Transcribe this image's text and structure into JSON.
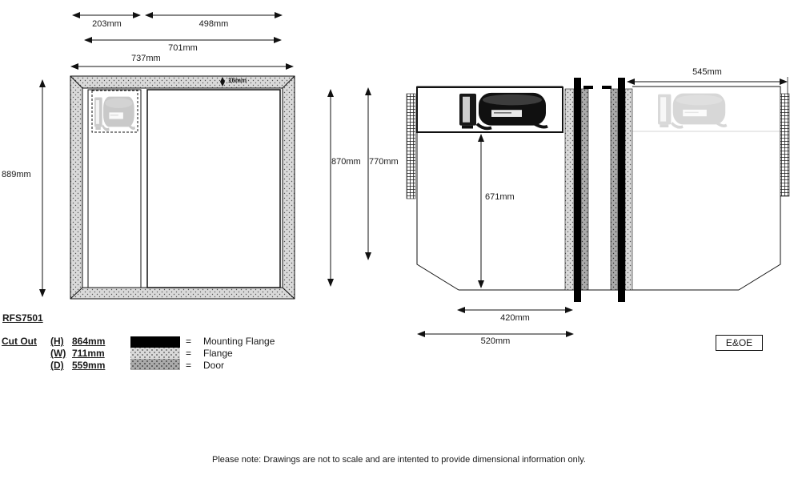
{
  "model": "RFS7501",
  "front_view": {
    "dim_203": "203mm",
    "dim_498": "498mm",
    "dim_701": "701mm",
    "dim_737": "737mm",
    "dim_889": "889mm",
    "dim_flange_thickness": "16mm"
  },
  "side_view": {
    "dim_870": "870mm",
    "dim_770": "770mm",
    "dim_671": "671mm",
    "dim_545": "545mm",
    "dim_420": "420mm",
    "dim_520": "520mm"
  },
  "cut_out": {
    "label": "Cut Out",
    "rows": [
      {
        "key": "(H)",
        "value": "864mm"
      },
      {
        "key": "(W)",
        "value": "711mm"
      },
      {
        "key": "(D)",
        "value": "559mm"
      }
    ]
  },
  "legend": {
    "items": [
      {
        "eq": "=",
        "label": "Mounting Flange",
        "color": "#000000"
      },
      {
        "eq": "=",
        "label": "Flange",
        "color": "#d9d9d9"
      },
      {
        "eq": "=",
        "label": "Door",
        "color": "#aaaaaa"
      }
    ]
  },
  "eoe_label": "E&OE",
  "footer_note": "Please note: Drawings are not to scale and are intented to provide dimensional information only."
}
